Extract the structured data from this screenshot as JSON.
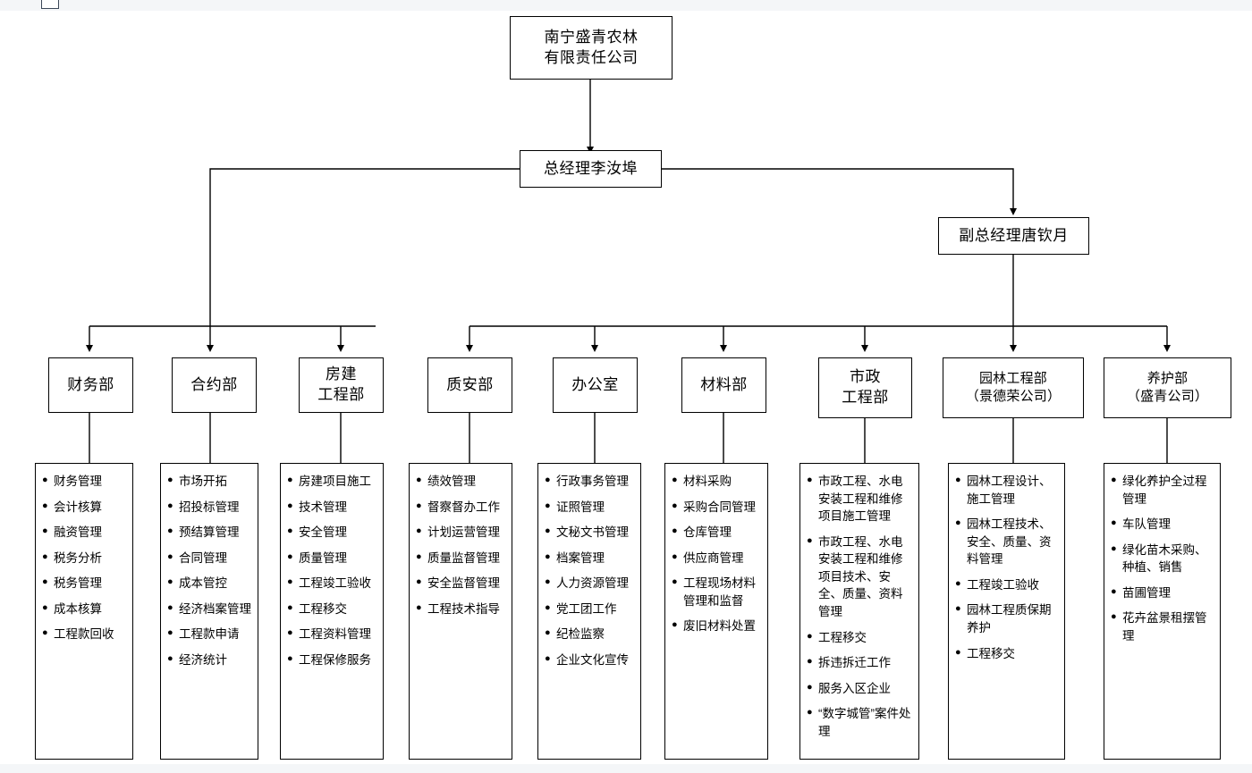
{
  "diagram": {
    "type": "org-chart",
    "title_box": {
      "label": "南宁盛青农林\n有限责任公司"
    },
    "general_manager": {
      "label": "总经理李汝埠"
    },
    "deputy_manager": {
      "label": "副总经理唐钦月"
    },
    "departments": [
      {
        "id": "finance",
        "label": "财务部",
        "reports_to": "general_manager",
        "duties": [
          "财务管理",
          "会计核算",
          "融资管理",
          "税务分析",
          "税务管理",
          "成本核算",
          "工程款回收"
        ]
      },
      {
        "id": "contract",
        "label": "合约部",
        "reports_to": "general_manager",
        "duties": [
          "市场开拓",
          "招投标管理",
          "预结算管理",
          "合同管理",
          "成本管控",
          "经济档案管理",
          "工程款申请",
          "经济统计"
        ]
      },
      {
        "id": "housing-engineering",
        "label": "房建\n工程部",
        "reports_to": "general_manager",
        "duties": [
          "房建项目施工",
          "技术管理",
          "安全管理",
          "质量管理",
          "工程竣工验收",
          "工程移交",
          "工程资料管理",
          "工程保修服务"
        ]
      },
      {
        "id": "quality-safety",
        "label": "质安部",
        "reports_to": "deputy_manager",
        "duties": [
          "绩效管理",
          "督察督办工作",
          "计划运营管理",
          "质量监督管理",
          "安全监督管理",
          "工程技术指导"
        ]
      },
      {
        "id": "office",
        "label": "办公室",
        "reports_to": "deputy_manager",
        "duties": [
          "行政事务管理",
          "证照管理",
          "文秘文书管理",
          "档案管理",
          "人力资源管理",
          "党工团工作",
          "纪检监察",
          "企业文化宣传"
        ]
      },
      {
        "id": "materials",
        "label": "材料部",
        "reports_to": "deputy_manager",
        "duties": [
          "材料采购",
          "采购合同管理",
          "仓库管理",
          "供应商管理",
          "工程现场材料管理和监督",
          "废旧材料处置"
        ]
      },
      {
        "id": "municipal-engineering",
        "label": "市政\n工程部",
        "reports_to": "deputy_manager",
        "duties": [
          "市政工程、水电安装工程和维修项目施工管理",
          "市政工程、水电安装工程和维修项目技术、安全、质量、资料管理",
          "工程移交",
          "拆违拆迁工作",
          "服务入区企业",
          "“数字城管”案件处理"
        ]
      },
      {
        "id": "landscape-engineering",
        "label": "园林工程部\n（景德荣公司）",
        "reports_to": "deputy_manager",
        "duties": [
          "园林工程设计、施工管理",
          "园林工程技术、安全、质量、资料管理",
          "工程竣工验收",
          "园林工程质保期养护",
          "工程移交"
        ]
      },
      {
        "id": "maintenance",
        "label": "养护部\n（盛青公司）",
        "reports_to": "deputy_manager",
        "duties": [
          "绿化养护全过程管理",
          "车队管理",
          "绿化苗木采购、种植、销售",
          "苗圃管理",
          "花卉盆景租摆管理"
        ]
      }
    ],
    "colors": {
      "line": "#000000",
      "box_border": "#000000",
      "background": "#ffffff",
      "chrome": "#f4f6f8"
    }
  }
}
